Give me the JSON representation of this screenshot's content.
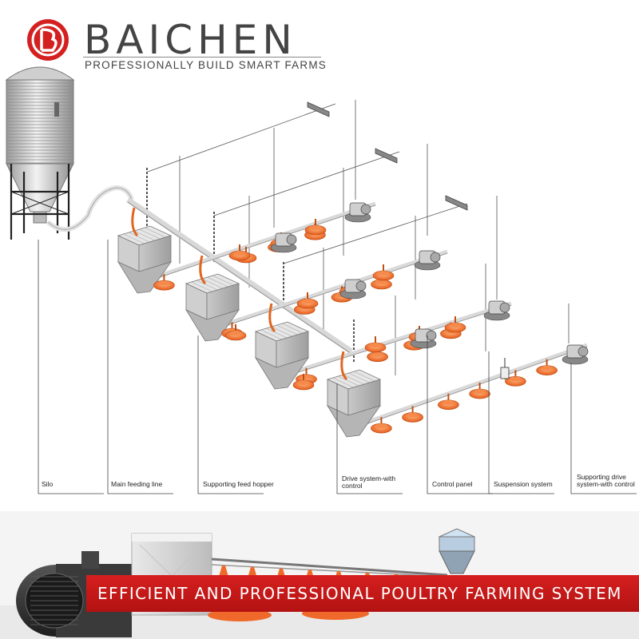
{
  "brand": {
    "name": "BAICHEN",
    "tagline": "PROFESSIONALLY BUILD SMART FARMS",
    "logo_letter": "B",
    "color": "#d42020"
  },
  "diagram": {
    "labels": [
      "Silo",
      "Main feeding line",
      "Supporting feed hopper",
      "Drive system-with\ncontrol",
      "Control panel",
      "Suspension system",
      "Supporting drive\nsystem-with control"
    ]
  },
  "banner": {
    "text": "EFFICIENT AND PROFESSIONAL POULTRY FARMING SYSTEM",
    "color": "#c41818"
  },
  "colors": {
    "pan": "#ef6a2a",
    "pipe": "#d9d9d9",
    "hopper": "#d3d3d3",
    "line": "#555555"
  }
}
